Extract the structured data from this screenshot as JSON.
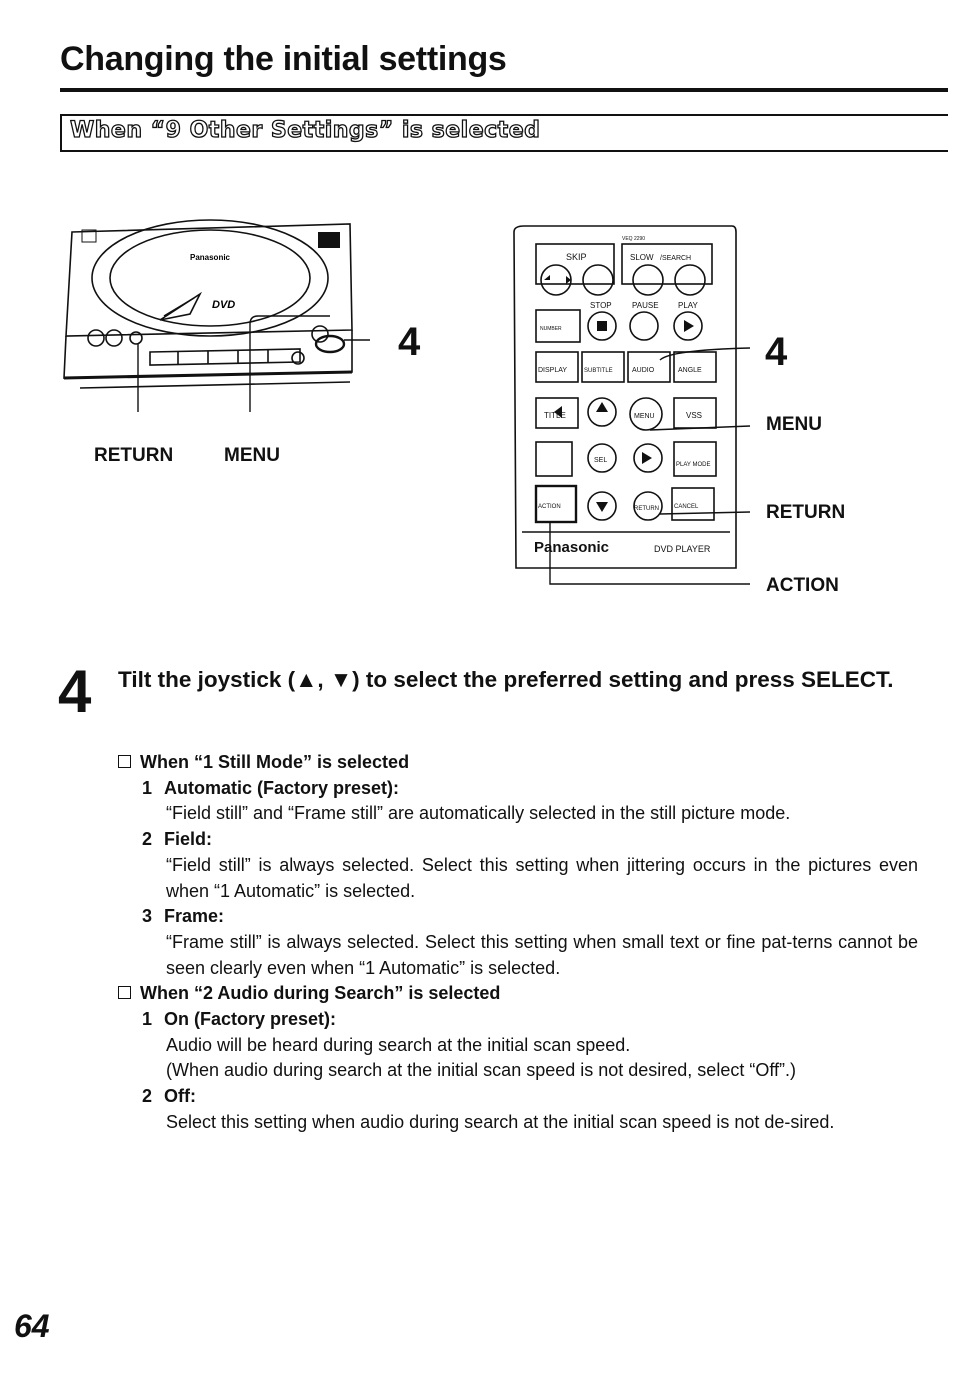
{
  "header": {
    "title": "Changing the initial settings",
    "section": "When “9 Other Settings” is selected"
  },
  "player_figure": {
    "brand": "Panasonic",
    "logo": "DVD",
    "label_return": "RETURN",
    "label_menu": "MENU",
    "callout_number": "4"
  },
  "remote_figure": {
    "model": "VEQ 2290",
    "brand": "Panasonic",
    "product": "DVD PLAYER",
    "callout_number": "4",
    "label_menu": "MENU",
    "label_return": "RETURN",
    "label_action": "ACTION",
    "buttons": {
      "skip": "SKIP",
      "slow": "SLOW",
      "search": "/SEARCH",
      "stop": "STOP",
      "pause": "PAUSE",
      "play": "PLAY",
      "number": "NUMBER",
      "display": "DISPLAY",
      "subtitle": "SUBTITLE",
      "audio": "AUDIO",
      "angle": "ANGLE",
      "title": "TITLE",
      "menu": "MENU",
      "vss": "VSS",
      "sel": "SEL",
      "play_mode": "PLAY MODE",
      "action": "ACTION",
      "return": "RETURN",
      "cancel": "CANCEL"
    }
  },
  "step": {
    "number": "4",
    "text": "Tilt the joystick (▲, ▼) to select the preferred setting and press SELECT."
  },
  "still_mode": {
    "heading": "When “1 Still Mode” is selected",
    "options": [
      {
        "num": "1",
        "label": "Automatic (Factory preset):",
        "desc": "“Field still” and “Frame still” are automatically selected in the still picture mode."
      },
      {
        "num": "2",
        "label": "Field:",
        "desc": "“Field still” is always selected. Select this setting when jittering occurs in the pictures even when “1 Automatic” is selected."
      },
      {
        "num": "3",
        "label": "Frame:",
        "desc": "“Frame still” is always selected. Select this setting when small text or fine pat-terns cannot be seen clearly even when “1 Automatic” is selected."
      }
    ]
  },
  "audio_search": {
    "heading": "When “2 Audio during Search” is selected",
    "options": [
      {
        "num": "1",
        "label": "On (Factory preset):",
        "desc": "Audio will be heard during search at the initial scan speed.",
        "desc2": "(When audio during search at the initial scan speed is not desired, select “Off”.)"
      },
      {
        "num": "2",
        "label": "Off:",
        "desc": "Select this setting when audio during search at the initial scan speed is not de-sired."
      }
    ]
  },
  "footer": {
    "page_number": "64"
  }
}
